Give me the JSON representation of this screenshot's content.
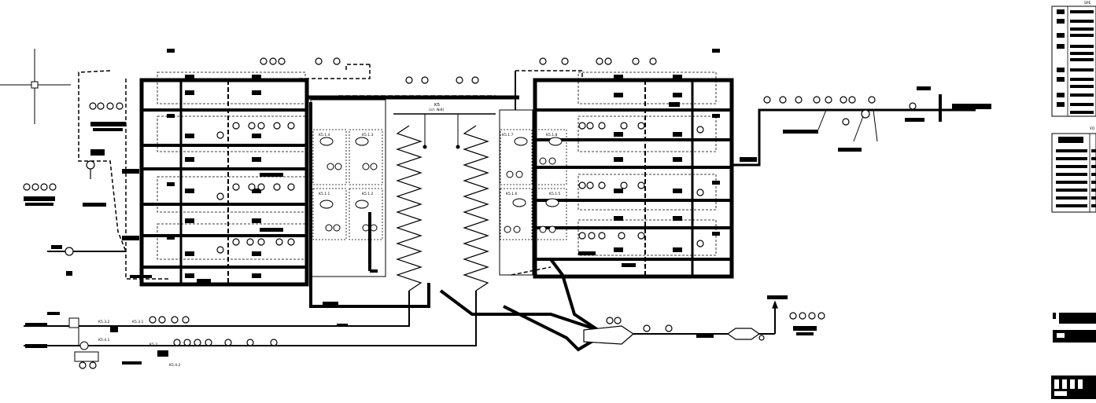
{
  "colors": {
    "background": "#ffffff",
    "ink": "#000000"
  },
  "labels": {
    "ks_main": "K5",
    "ks_main_sub": "(сп. №6)",
    "ks_1_4": "K5.1.4",
    "ks_1_3": "K5.1.3",
    "ks_1_1": "K5.1.1",
    "ks_1_2": "K5.1.2",
    "ks_1_7": "K5.1.7",
    "ks_1_8": "K5.1.8",
    "ks_1_6": "K5.1.6",
    "ks_1_5": "K5.1.5",
    "ks_3_2": "K5.3.2",
    "ks_3_1": "K5.3.1",
    "ks_4_1": "K5.4.1",
    "ks_2": "K5.2",
    "ks_4_2": "K5.4.2",
    "spec_header": "SPE",
    "legend_header": "УО"
  }
}
